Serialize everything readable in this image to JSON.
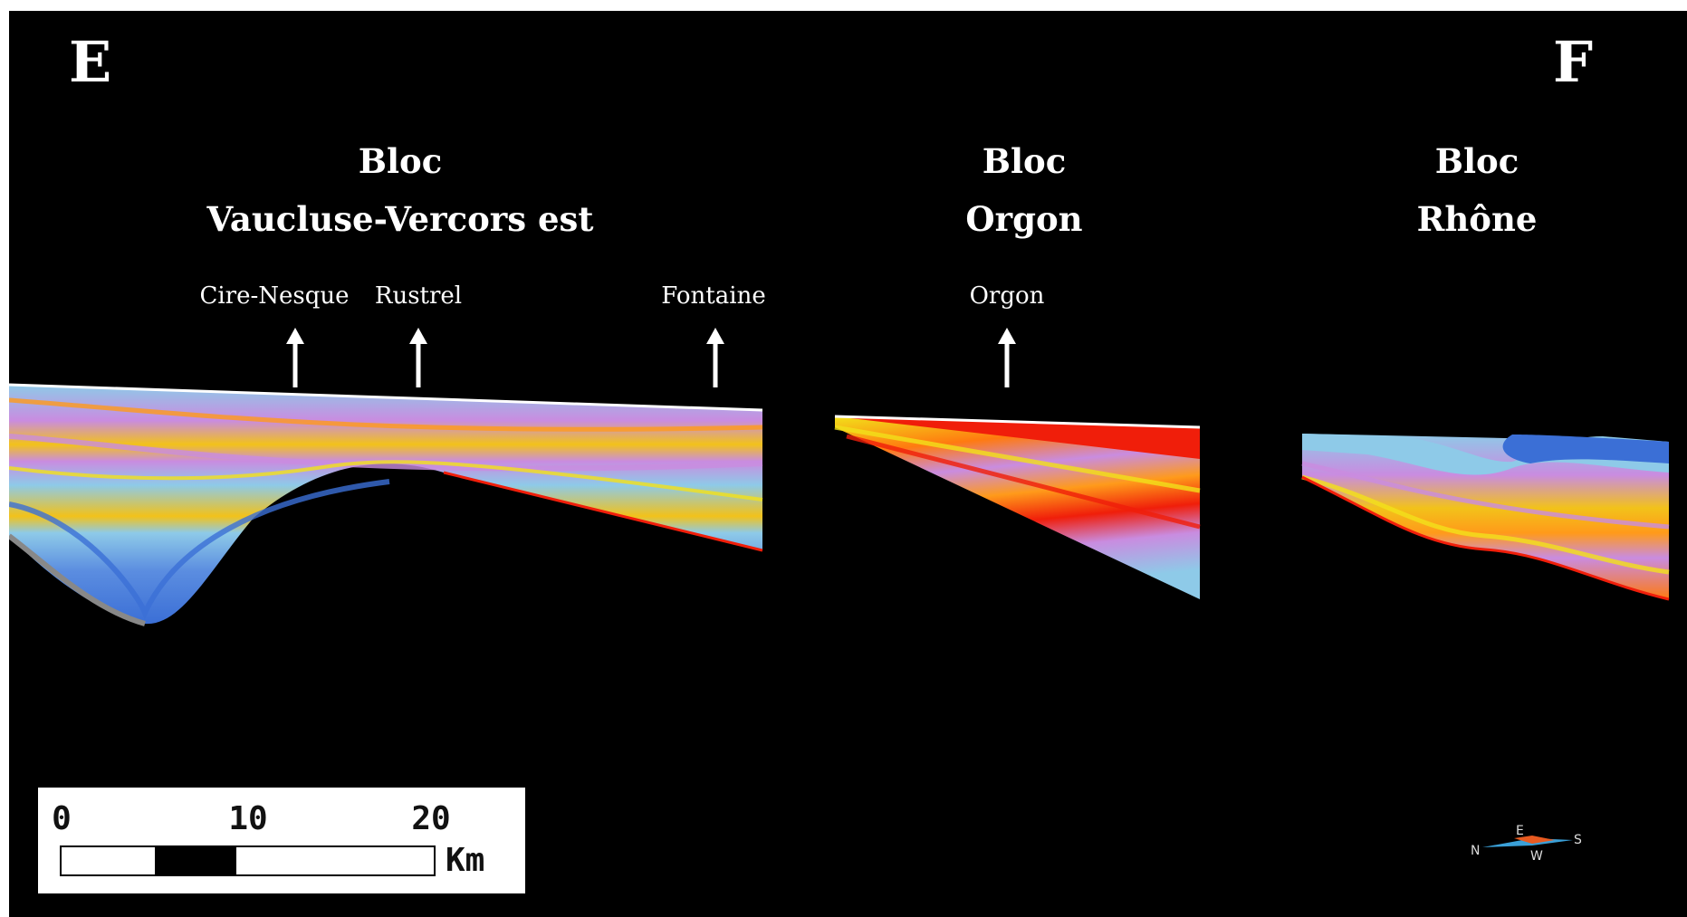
{
  "corner_labels": {
    "left": "E",
    "right": "F"
  },
  "blocs": [
    {
      "line1": "Bloc",
      "line2": "Vaucluse-Vercors est"
    },
    {
      "line1": "Bloc",
      "line2": "Orgon"
    },
    {
      "line1": "Bloc",
      "line2": "Rhône"
    }
  ],
  "sites": [
    "Cire-Nesque",
    "Rustrel",
    "Fontaine",
    "Orgon"
  ],
  "scale_bar": {
    "ticks": [
      "0",
      "10",
      "20"
    ],
    "unit": "Km"
  },
  "compass": {
    "n": "N",
    "e": "E",
    "s": "S",
    "w": "W"
  },
  "colors": {
    "background": "#000000",
    "light_blue": "#8ecae8",
    "mid_blue": "#5b8de0",
    "dark_blue": "#3b6fd6",
    "purple": "#c98ce0",
    "orange": "#ff9a1a",
    "yellow": "#f2e11a",
    "red": "#f01e0a"
  }
}
